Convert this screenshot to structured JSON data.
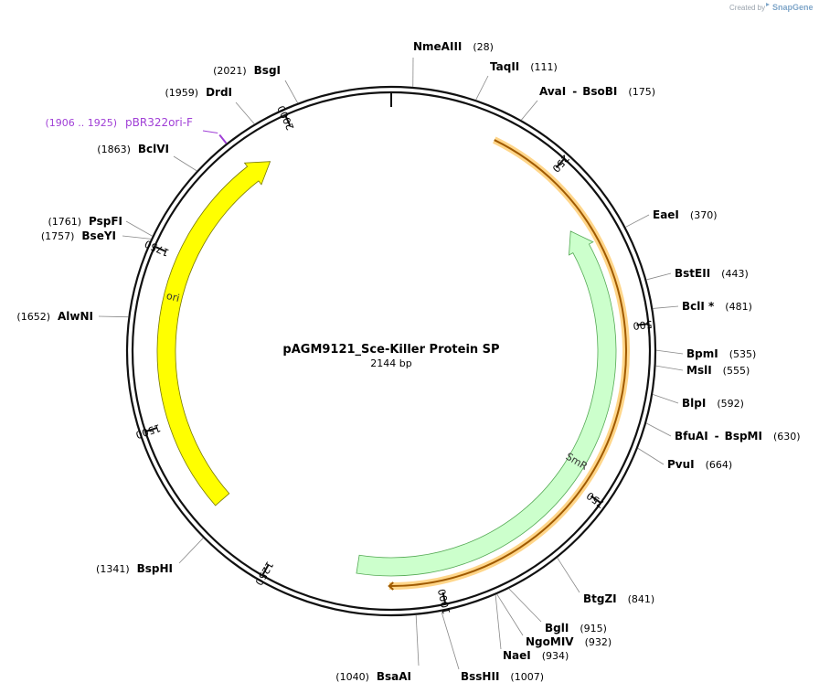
{
  "credit": {
    "prefix": "Created by",
    "brand": "SnapGene"
  },
  "plasmid": {
    "name": "pAGM9121_Sce-Killer Protein SP",
    "length_label": "2144 bp",
    "length": 2144
  },
  "colors": {
    "backbone": "#111111",
    "ori": "#ffff00",
    "ori_stroke": "#777700",
    "smr": "#ccffcc",
    "smr_stroke": "#55aa55",
    "orf": "#a05a00",
    "orf_glow": "#ffd68a",
    "primer": "#a03fd6",
    "line": "#888888"
  },
  "ticks": [
    {
      "bp": 250,
      "label": "250"
    },
    {
      "bp": 500,
      "label": "500"
    },
    {
      "bp": 750,
      "label": "750"
    },
    {
      "bp": 1000,
      "label": "1000"
    },
    {
      "bp": 1250,
      "label": "1250"
    },
    {
      "bp": 1500,
      "label": "1500"
    },
    {
      "bp": 1750,
      "label": "1750"
    },
    {
      "bp": 2000,
      "label": "2000"
    }
  ],
  "features": [
    {
      "name": "ori",
      "start": 1362,
      "end": 1950,
      "direction": "cw"
    },
    {
      "name": "SmR",
      "start": 335,
      "end": 1125,
      "direction": "ccw"
    },
    {
      "name": "",
      "start": 155,
      "end": 1075,
      "direction": "ccw",
      "kind": "orf"
    }
  ],
  "primer": {
    "name": "pBR322ori-F",
    "range": "(1906 .. 1925)",
    "bp": 1915
  },
  "enzymes": [
    {
      "name": "NmeAIII",
      "pos": "(28)",
      "bp": 28
    },
    {
      "name": "TaqII",
      "pos": "(111)",
      "bp": 111
    },
    {
      "name": "AvaI",
      "name2": "BsoBI",
      "pos": "(175)",
      "bp": 175
    },
    {
      "name": "EaeI",
      "pos": "(370)",
      "bp": 370
    },
    {
      "name": "BstEII",
      "pos": "(443)",
      "bp": 443
    },
    {
      "name": "BclI *",
      "pos": "(481)",
      "bp": 481
    },
    {
      "name": "BpmI",
      "pos": "(535)",
      "bp": 535
    },
    {
      "name": "MslI",
      "pos": "(555)",
      "bp": 555
    },
    {
      "name": "BlpI",
      "pos": "(592)",
      "bp": 592
    },
    {
      "name": "BfuAI",
      "name2": "BspMI",
      "pos": "(630)",
      "bp": 630
    },
    {
      "name": "PvuI",
      "pos": "(664)",
      "bp": 664
    },
    {
      "name": "BtgZI",
      "pos": "(841)",
      "bp": 841
    },
    {
      "name": "BglI",
      "pos": "(915)",
      "bp": 915
    },
    {
      "name": "NgoMIV",
      "pos": "(932)",
      "bp": 932
    },
    {
      "name": "NaeI",
      "pos": "(934)",
      "bp": 934
    },
    {
      "name": "BssHII",
      "pos": "(1007)",
      "bp": 1007
    },
    {
      "name": "BsaAI",
      "pos": "(1040)",
      "bp": 1040
    },
    {
      "name": "BspHI",
      "pos": "(1341)",
      "bp": 1341
    },
    {
      "name": "AlwNI",
      "pos": "(1652)",
      "bp": 1652
    },
    {
      "name": "BseYI",
      "pos": "(1757)",
      "bp": 1757
    },
    {
      "name": "PspFI",
      "pos": "(1761)",
      "bp": 1761
    },
    {
      "name": "BclVI",
      "pos": "(1863)",
      "bp": 1863
    },
    {
      "name": "DrdI",
      "pos": "(1959)",
      "bp": 1959
    },
    {
      "name": "BsgI",
      "pos": "(2021)",
      "bp": 2021
    }
  ]
}
